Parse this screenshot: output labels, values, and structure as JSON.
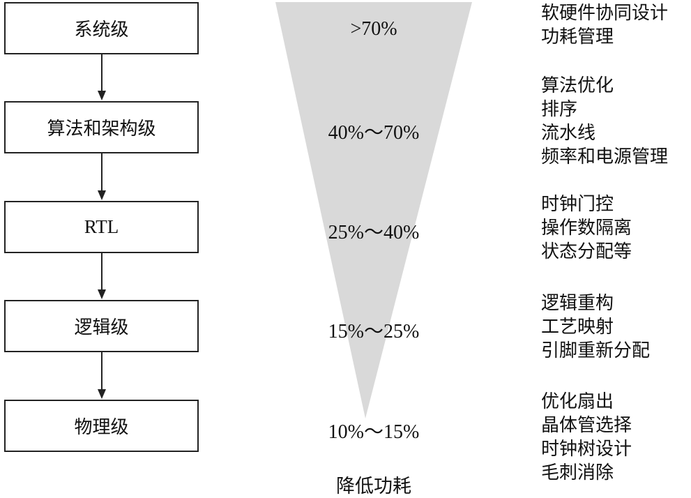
{
  "levels": [
    {
      "label": "系统级",
      "percent": ">70%",
      "techniques": [
        "软硬件协同设计",
        "功耗管理"
      ]
    },
    {
      "label": "算法和架构级",
      "percent": "40%～70%",
      "techniques": [
        "算法优化",
        "排序",
        "流水线",
        "频率和电源管理"
      ]
    },
    {
      "label": "RTL",
      "percent": "25%～40%",
      "techniques": [
        "时钟门控",
        "操作数隔离",
        "状态分配等"
      ]
    },
    {
      "label": "逻辑级",
      "percent": "15%～25%",
      "techniques": [
        "逻辑重构",
        "工艺映射",
        "引脚重新分配"
      ]
    },
    {
      "label": "物理级",
      "percent": "10%～15%",
      "techniques": [
        "优化扇出",
        "晶体管选择",
        "时钟树设计",
        "毛刺消除"
      ]
    }
  ],
  "funnel_label": "降低功耗",
  "colors": {
    "funnel": "#d9d9d9",
    "stroke": "#222222"
  }
}
